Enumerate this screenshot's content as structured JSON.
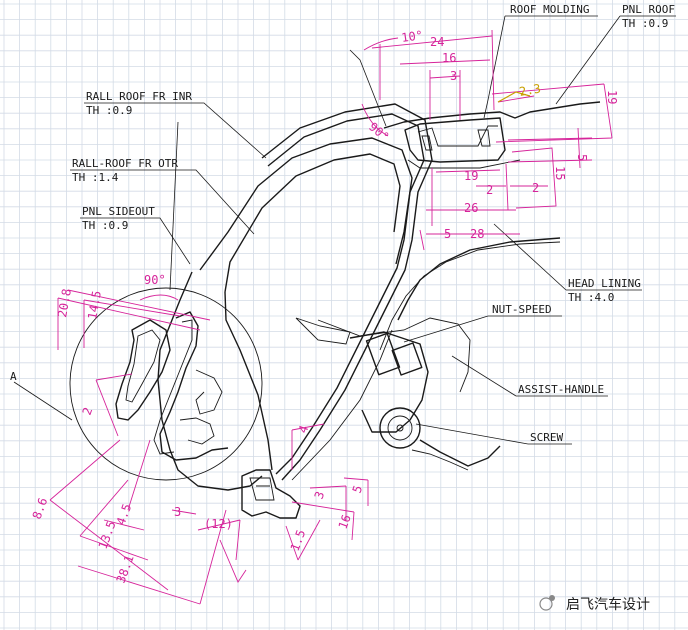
{
  "labels": {
    "roof_molding": "ROOF MOLDING",
    "pnl_roof": "PNL ROOF",
    "pnl_roof_th": "TH :0.9",
    "rail_roof_fr_inr": "RALL ROOF FR INR",
    "rail_roof_fr_inr_th": "TH :0.9",
    "rail_roof_fr_otr": "RALL-ROOF FR OTR",
    "rail_roof_fr_otr_th": "TH :1.4",
    "pnl_sideout": "PNL SIDEOUT",
    "pnl_sideout_th": "TH :0.9",
    "head_lining": "HEAD LINING",
    "head_lining_th": "TH :4.0",
    "nut_speed": "NUT-SPEED",
    "assist_handle": "ASSIST-HANDLE",
    "screw": "SCREW",
    "detail_a": "A"
  },
  "dimensions": {
    "d10deg": "10°",
    "d24": "24",
    "d16": "16",
    "d3": "3",
    "d2_3": "2.3",
    "d90deg_top": "90°",
    "d19_right": "19",
    "d5_right": "5",
    "d15": "15",
    "d19": "19",
    "d2_a": "2",
    "d2_b": "2",
    "d26": "26",
    "d5": "5",
    "d28": "28",
    "d90deg_left": "90°",
    "d20_8": "20.8",
    "d14_5": "14.5",
    "d2_left": "2",
    "d8_6": "8.6",
    "d13_5": "13.5",
    "d38_1": "38.1",
    "d4_5": "4.5",
    "d3_bottom": "3",
    "d12": "(12)",
    "d4": "4",
    "d3_right": "3",
    "d5_bottom": "5",
    "d16_bottom": "16",
    "d1_5": "1.5"
  },
  "watermark": "启飞汽车设计",
  "colors": {
    "dimension": "#d6249a",
    "geometry": "#1a1a1a",
    "grid": "#d3dbe6",
    "highlight": "#c8a000"
  }
}
